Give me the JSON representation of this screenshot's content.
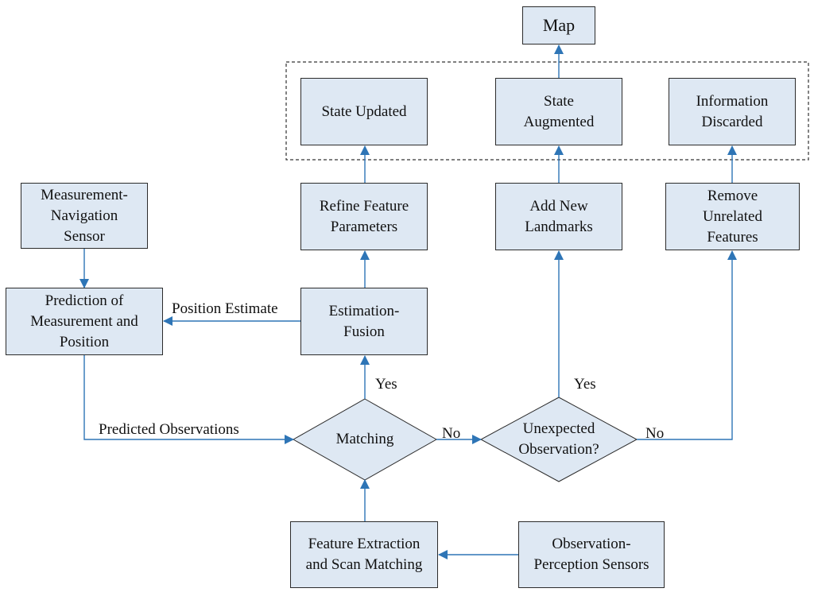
{
  "nodes": {
    "map": "Map",
    "state_updated": "State Updated",
    "state_augmented": "State\nAugmented",
    "information_discarded": "Information\nDiscarded",
    "refine_feature_parameters": "Refine Feature\nParameters",
    "add_new_landmarks": "Add New\nLandmarks",
    "remove_unrelated_features": "Remove\nUnrelated\nFeatures",
    "measurement_navigation_sensor": "Measurement-\nNavigation\nSensor",
    "prediction": "Prediction of\nMeasurement and\nPosition",
    "estimation_fusion": "Estimation-\nFusion",
    "matching": "Matching",
    "unexpected_observation": "Unexpected\nObservation?",
    "feature_extraction": "Feature Extraction\nand Scan Matching",
    "observation_perception_sensors": "Observation-\nPerception Sensors"
  },
  "edges": {
    "position_estimate": "Position Estimate",
    "predicted_observations": "Predicted Observations",
    "yes_matching": "Yes",
    "no_matching": "No",
    "yes_unexpected": "Yes",
    "no_unexpected": "No"
  },
  "colors": {
    "box_fill": "#dee8f3",
    "box_border": "#2b2b2b",
    "arrow": "#2e75b6"
  }
}
